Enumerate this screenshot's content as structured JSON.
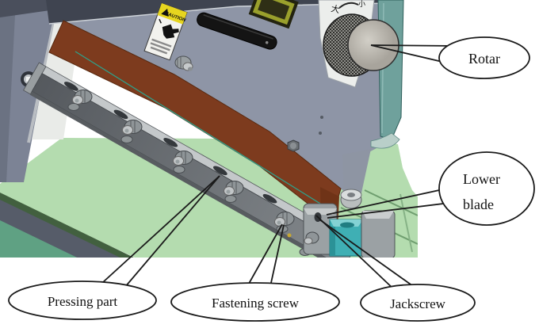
{
  "figure": {
    "type": "cad-technical-diagram",
    "callouts": {
      "rotar": {
        "label": "Rotar"
      },
      "lower_blade": {
        "line1": "Lower",
        "line2": "blade"
      },
      "pressing_part": {
        "label": "Pressing part"
      },
      "fastening_screw": {
        "label": "Fastening screw"
      },
      "jackscrew": {
        "label": "Jackscrew"
      }
    },
    "machine": {
      "caution_label": {
        "header": "CAUTION"
      },
      "knob_markings": {
        "left": "大",
        "right": "小"
      }
    },
    "colors": {
      "board_green": "#b4dcaf",
      "board_edge_green": "#42603f",
      "board_side_green": "#5fa183",
      "body_gray": "#8e95a6",
      "column_gray": "#7c8395",
      "blade_brown": "#7d3b1e",
      "teal_block": "#3fafb4",
      "side_teal": "#6fa19c",
      "bar_gray": "#75797d",
      "caution_yellow": "#e6d51f",
      "callout_ink": "#1a1a1a"
    }
  }
}
